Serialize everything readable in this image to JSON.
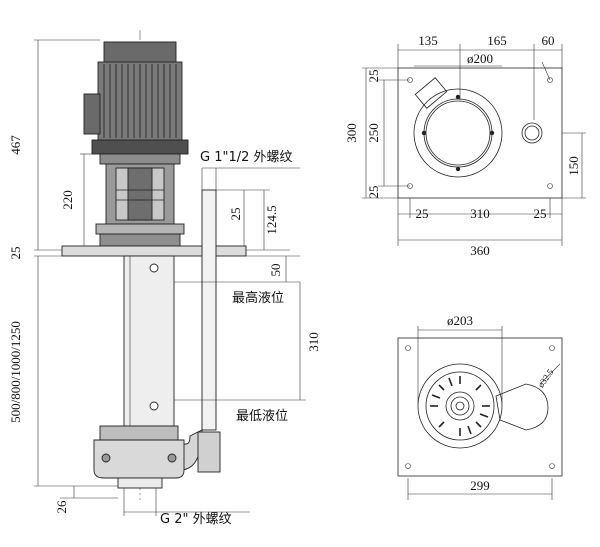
{
  "side_view": {
    "dim_total_height": "467",
    "dim_motor_to_plate": "220",
    "dim_plate_thickness": "25",
    "dim_column_length": "500/800/1000/1250",
    "dim_bottom": "26",
    "dim_outlet_offset": "25",
    "dim_outlet_height": "124.5",
    "dim_top_gap": "50",
    "dim_level_range": "310",
    "label_outlet_thread": "G 1\"1/2 外螺纹",
    "label_inlet_thread": "G 2\" 外螺纹",
    "label_max_level": "最高液位",
    "label_min_level": "最低液位"
  },
  "top_view": {
    "dim_135": "135",
    "dim_165": "165",
    "dim_60": "60",
    "dim_diameter": "ø200",
    "dim_300": "300",
    "dim_250": "250",
    "dim_25_top": "25",
    "dim_25_bottom": "25",
    "dim_150": "150",
    "dim_25_left": "25",
    "dim_310": "310",
    "dim_25_right": "25",
    "dim_360": "360"
  },
  "bottom_view": {
    "dim_diameter": "ø203",
    "dim_port": "ø32.5",
    "dim_width": "299"
  },
  "colors": {
    "motor_dark": "#5f5f5f",
    "motor_fin": "#8a8a8a",
    "metal_light": "#e6e6e6",
    "metal_mid": "#bdbdbd",
    "line": "#222222"
  }
}
